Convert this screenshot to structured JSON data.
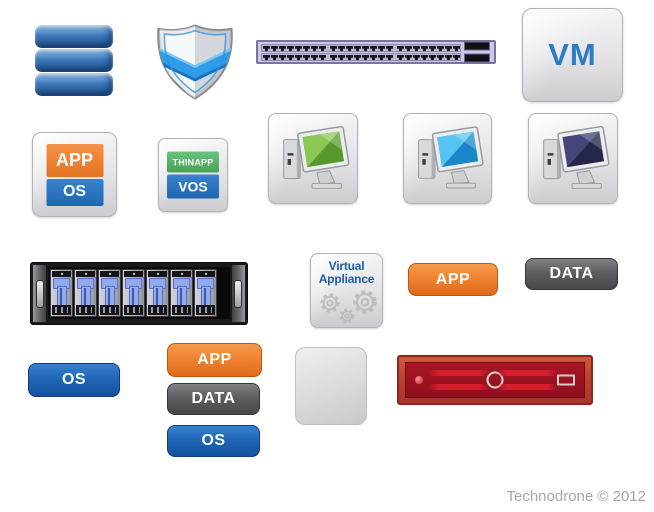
{
  "page": {
    "background": "#ffffff"
  },
  "credit": {
    "text": "Technodrone © 2012",
    "color": "#a7a7a7"
  },
  "vm_icon": {
    "label": "VM",
    "text_color": "#2b7cc2"
  },
  "app_os_icon": {
    "app_label": "APP",
    "os_label": "OS",
    "app_color": "#ef8432",
    "os_color": "#2167b8"
  },
  "thinapp_icon": {
    "thinapp_label": "THINAPP",
    "vos_label": "VOS",
    "green": "#52b365",
    "blue": "#2373bd"
  },
  "virtual_appliance_icon": {
    "title_line1": "Virtual",
    "title_line2": "Appliance",
    "text_color": "#1d5fa8"
  },
  "badges": {
    "app_label": "APP",
    "data_label": "DATA",
    "os_label": "OS",
    "orange": "#e8772a",
    "gray": "#58595b",
    "blue": "#1b63b5"
  },
  "monitors": {
    "green_dark": "#55982e",
    "green_light": "#8cc653",
    "cyan_dark": "#1886c8",
    "cyan_light": "#55c4f0",
    "navy_dark": "#26264a",
    "navy_light": "#45457a"
  },
  "hardware_colors": {
    "switch_lavender": "#cbc9e4",
    "storage_lever_blue": "#93a9ec",
    "red_appliance": "#b2322b",
    "database_blue": "#3a74b4",
    "shield_blue": "#2f9ce8"
  }
}
